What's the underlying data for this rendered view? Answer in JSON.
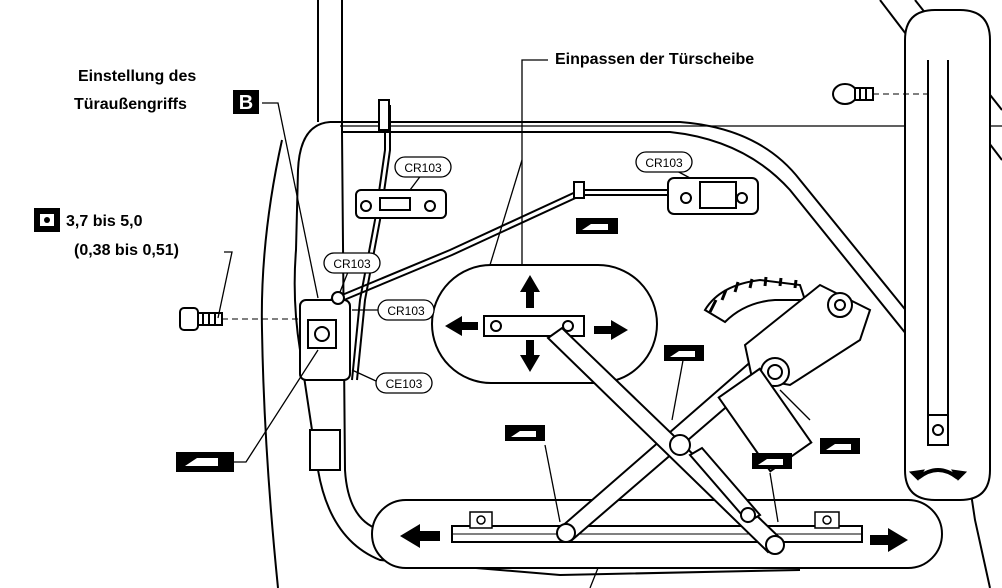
{
  "labels": {
    "title_adjust_line1": "Einstellung des",
    "title_adjust_line2": "Türaußengriffs",
    "badge_letter": "B",
    "title_window": "Einpassen der Türscheibe",
    "torque_value": "3,7 bis 5,0",
    "torque_alt": "(0,38 bis 0,51)"
  },
  "callouts": {
    "cr103": "CR103",
    "ce103": "CE103"
  },
  "colors": {
    "ink": "#000000",
    "paper": "#ffffff"
  }
}
